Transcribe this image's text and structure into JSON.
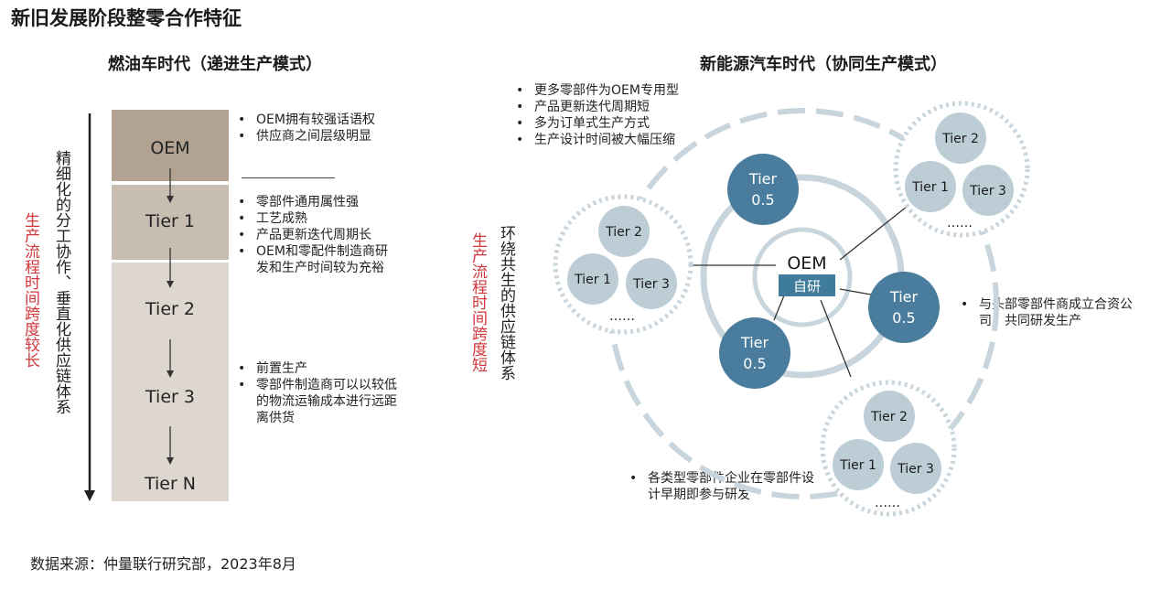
{
  "title": "新旧发展阶段整零合作特征",
  "left": {
    "title": "燃油车时代（递进生产模式）",
    "vertical_main": "精细化的分工协作、垂直化供应链体系",
    "vertical_red": "生产流程时间跨度较长",
    "tiers": [
      "OEM",
      "Tier 1",
      "Tier 2",
      "Tier 3",
      "Tier N"
    ],
    "bullets_group1": [
      "OEM拥有较强话语权",
      "供应商之间层级明显"
    ],
    "bullets_group2": [
      "零部件通用属性强",
      "工艺成熟",
      "产品更新迭代周期长",
      "OEM和零配件制造商研发和生产时间较为充裕"
    ],
    "bullets_group3": [
      "前置生产",
      "零部件制造商可以以较低的物流运输成本进行远距离供货"
    ]
  },
  "right": {
    "title": "新能源汽车时代（协同生产模式）",
    "vertical_main": "环绕共生的供应链体系",
    "vertical_red": "生产流程时间跨度短",
    "bullets_top": [
      "更多零部件为OEM专用型",
      "产品更新迭代周期短",
      "多为订单式生产方式",
      "生产设计时间被大幅压缩"
    ],
    "bullet_right": "与头部零部件商成立合资公司，共同研发生产",
    "bullet_bottom": "各类型零部件企业在零部件设计早期即参与研发",
    "center": {
      "label": "OEM",
      "badge": "自研"
    },
    "tier05_label": "Tier 0.5",
    "cluster": {
      "tier1": "Tier 1",
      "tier2": "Tier 2",
      "tier3": "Tier 3",
      "ellipsis": "……"
    }
  },
  "source": "数据来源：仲量联行研究部，2023年8月",
  "colors": {
    "oem_box": "#b1a292",
    "tier1_box": "#c8bdb1",
    "rest_box": "#ddd7cf",
    "dark_circle": "#4a7d9d",
    "light_circle": "#bccdd6",
    "ring": "#c9d5dc",
    "red": "#d0363a",
    "badge": "#3f7c9b"
  }
}
